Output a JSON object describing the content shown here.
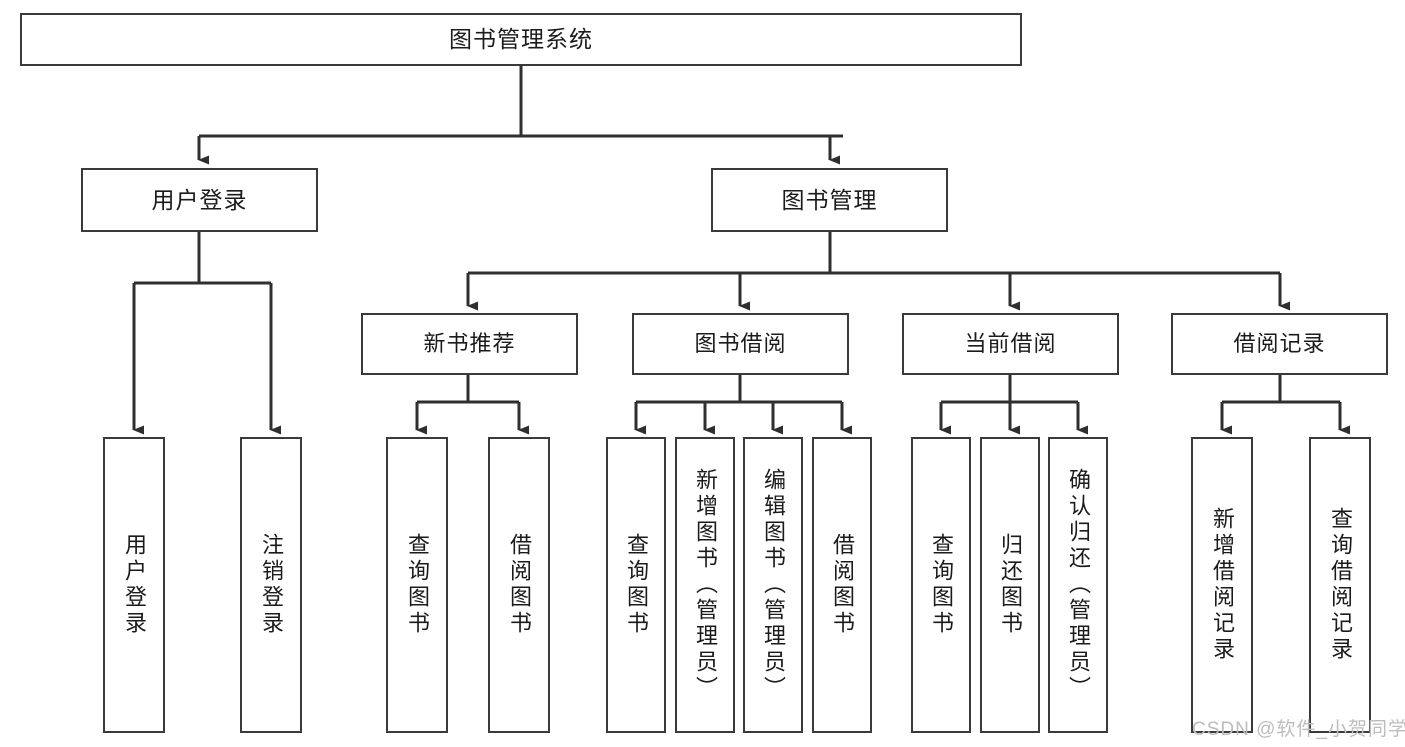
{
  "diagram": {
    "title": "图书管理系统",
    "type": "function-structure-tree",
    "root": {
      "id": "root",
      "label": "图书管理系统"
    },
    "level2": [
      {
        "id": "user-login",
        "label": "用户登录"
      },
      {
        "id": "book-manage",
        "label": "图书管理"
      }
    ],
    "level3": [
      {
        "id": "new-book-recommend",
        "label": "新书推荐",
        "parent": "book-manage"
      },
      {
        "id": "book-borrow",
        "label": "图书借阅",
        "parent": "book-manage"
      },
      {
        "id": "current-borrow",
        "label": "当前借阅",
        "parent": "book-manage"
      },
      {
        "id": "borrow-record",
        "label": "借阅记录",
        "parent": "book-manage"
      }
    ],
    "leaves": [
      {
        "id": "leaf-user-login",
        "label": "用户登录",
        "parent": "user-login"
      },
      {
        "id": "leaf-user-logout",
        "label": "注销登录",
        "parent": "user-login"
      },
      {
        "id": "leaf-query-book-1",
        "label": "查询图书",
        "parent": "new-book-recommend"
      },
      {
        "id": "leaf-borrow-book-1",
        "label": "借阅图书",
        "parent": "new-book-recommend"
      },
      {
        "id": "leaf-query-book-2",
        "label": "查询图书",
        "parent": "book-borrow"
      },
      {
        "id": "leaf-add-book",
        "label": "新增图书（管理员）",
        "parent": "book-borrow"
      },
      {
        "id": "leaf-edit-book",
        "label": "编辑图书（管理员）",
        "parent": "book-borrow"
      },
      {
        "id": "leaf-borrow-book-2",
        "label": "借阅图书",
        "parent": "book-borrow"
      },
      {
        "id": "leaf-query-book-3",
        "label": "查询图书",
        "parent": "current-borrow"
      },
      {
        "id": "leaf-return-book",
        "label": "归还图书",
        "parent": "current-borrow"
      },
      {
        "id": "leaf-confirm-return",
        "label": "确认归还（管理员）",
        "parent": "current-borrow"
      },
      {
        "id": "leaf-add-record",
        "label": "新增借阅记录",
        "parent": "borrow-record"
      },
      {
        "id": "leaf-query-record",
        "label": "查询借阅记录",
        "parent": "borrow-record"
      }
    ]
  },
  "watermark": {
    "text": "CSDN @软件_小贺同学"
  },
  "colors": {
    "background": "#ffffff",
    "box_border": "#3a3a3a",
    "box_fill": "#ffffff",
    "connector": "#2f2f2f",
    "text": "#1b1b1b",
    "watermark": "#bdbdbd"
  }
}
